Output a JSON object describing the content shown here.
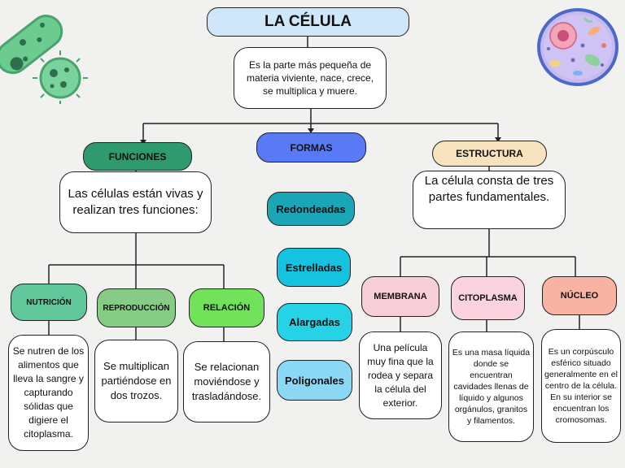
{
  "title": "LA CÉLULA",
  "definition": "Es la parte más pequeña de materia viviente, nace, crece, se multiplica y muere.",
  "funciones": {
    "label": "FUNCIONES",
    "description": "Las células están vivas y realizan tres funciones:",
    "items": [
      {
        "label": "NUTRICIÓN",
        "text": "Se nutren de los alimentos que lleva la sangre y capturando sólidas que digiere el citoplasma."
      },
      {
        "label": "REPRODUCCIÓN",
        "text": "Se multiplican partiéndose en dos trozos."
      },
      {
        "label": "RELACIÓN",
        "text": "Se relacionan moviéndose y trasladándose."
      }
    ]
  },
  "formas": {
    "label": "FORMAS",
    "items": [
      "Redondeadas",
      "Estrelladas",
      "Alargadas",
      "Poligonales"
    ]
  },
  "estructura": {
    "label": "ESTRUCTURA",
    "description": "La célula consta de tres partes fundamentales.",
    "items": [
      {
        "label": "MEMBRANA",
        "text": "Una película muy fina que la rodea y separa la célula del exterior."
      },
      {
        "label": "CITOPLASMA",
        "text": "Es una masa líquida donde se encuentran cavidades llenas de líquido y algunos orgánulos, granitos y filamentos."
      },
      {
        "label": "NÚCLEO",
        "text": "Es un corpúsculo esférico situado generalmente en el centro de la célula. En su interior se encuentran los cromosomas."
      }
    ]
  },
  "colors": {
    "title_bg": "#cfe6fb",
    "funciones": "#2f9a6e",
    "formas": "#5a7af5",
    "estructura": "#f8e3bf",
    "nutricion": "#5fc79a",
    "reproduccion": "#86cc86",
    "relacion": "#71e25a",
    "redondeadas": "#1aa6b7",
    "estrelladas": "#15c2df",
    "alargadas": "#26d3e6",
    "poligonales": "#8ad8f6",
    "membrana": "#f8cfd9",
    "citoplasma": "#fad3df",
    "nucleo": "#f9b3a2"
  },
  "icons": [
    "bacteria-icon",
    "animal-cell-icon"
  ]
}
